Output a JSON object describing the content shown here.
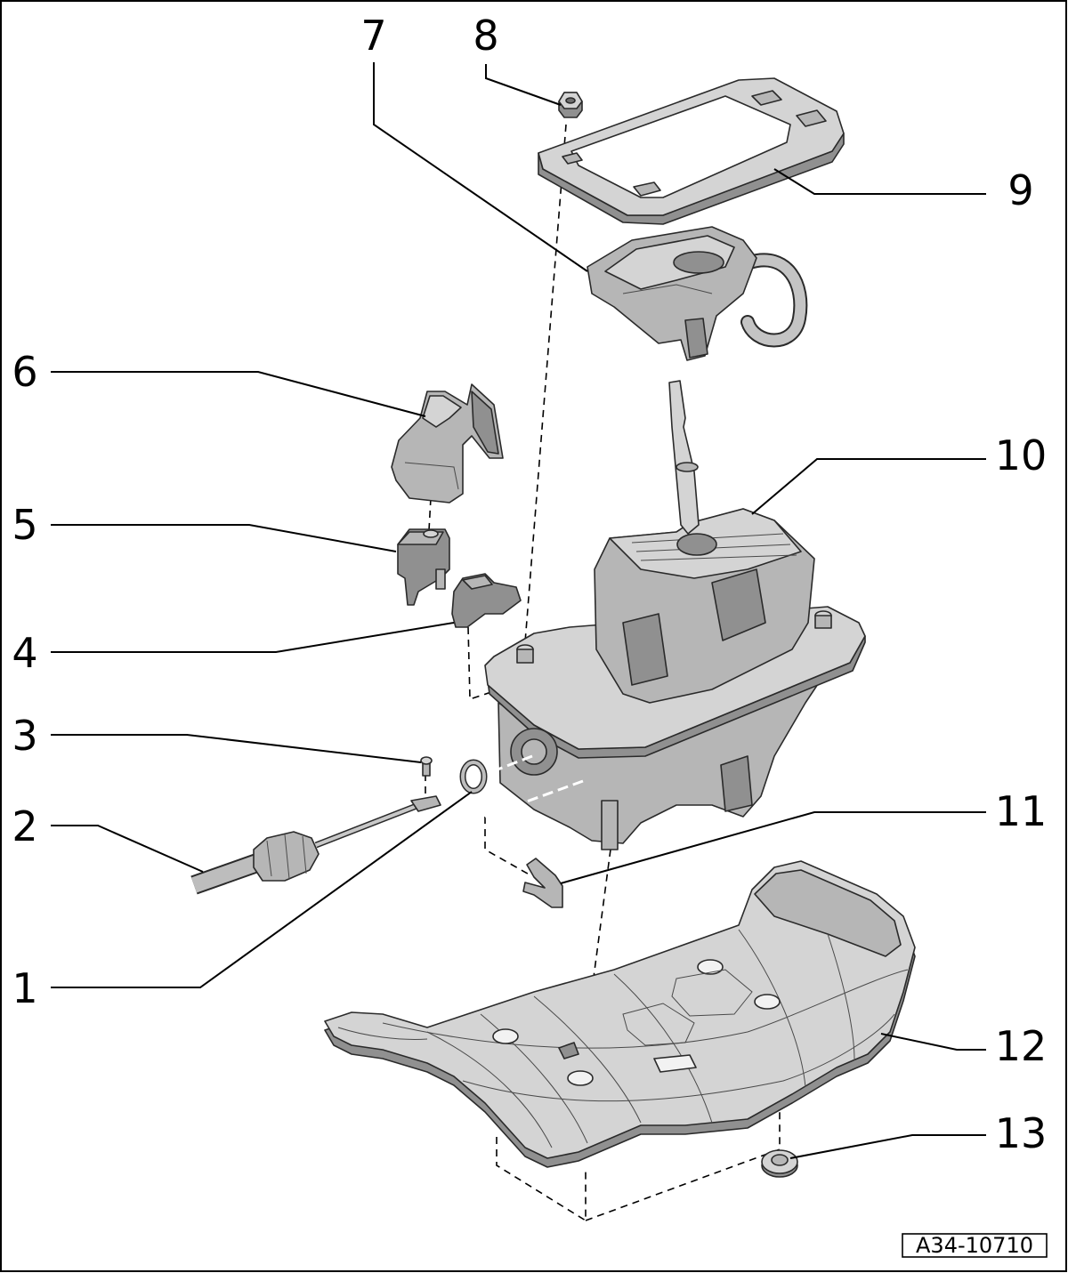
{
  "callouts": [
    "1",
    "2",
    "3",
    "4",
    "5",
    "6",
    "7",
    "8",
    "9",
    "10",
    "11",
    "12",
    "13"
  ],
  "figure_id": "A34-10710"
}
